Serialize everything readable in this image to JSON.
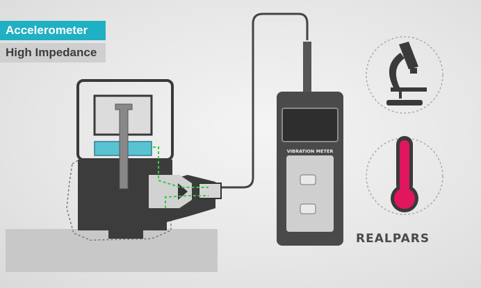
{
  "labels": {
    "sensor_type": "Accelerometer",
    "impedance": "High Impedance",
    "meter_name": "VIBRATION METER",
    "brand": "REALPARS"
  },
  "colors": {
    "sensor_label_bg": "#1fb0c4",
    "impedance_label_bg": "#cfcfcf",
    "piezo_crystal": "#59c3d2",
    "signal_line": "#39c84a",
    "thermometer": "#e0175e",
    "meter_body": "#4a4a4a"
  },
  "icons": [
    "microscope-icon",
    "thermometer-icon"
  ]
}
